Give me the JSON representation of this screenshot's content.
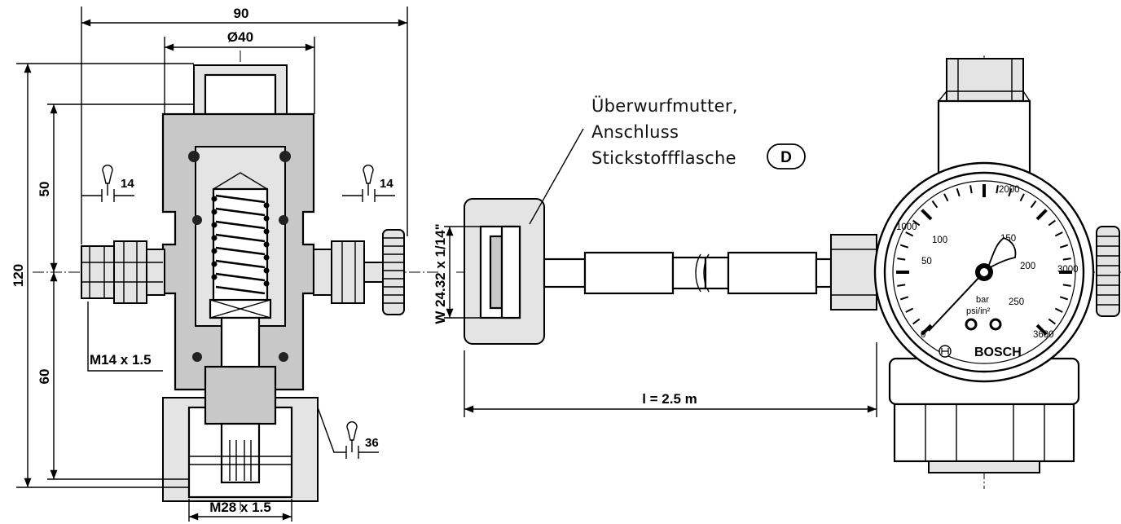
{
  "dimensions": {
    "overall_width": "90",
    "body_diameter": "Ø40",
    "overall_height": "120",
    "upper_height": "50",
    "lower_height": "60",
    "left_port_thread": "M14 x 1.5",
    "bottom_thread": "M28 x 1.5",
    "left_wrench": "14",
    "right_wrench": "14",
    "bottom_wrench": "36",
    "nut_thread": "W 24.32 x 1/14\"",
    "hose_length": "l = 2.5 m"
  },
  "callout": {
    "line1": "Überwurfmutter,",
    "line2": "Anschluss",
    "line3": "Stickstoffflasche",
    "badge": "D"
  },
  "gauge": {
    "bar_labels": [
      "50",
      "100",
      "150",
      "200",
      "250"
    ],
    "psi_labels": [
      "0",
      "1000",
      "2000",
      "3000",
      "3600"
    ],
    "unit_bar": "bar",
    "unit_psi": "psi/in²",
    "brand": "BOSCH",
    "needle_value_bar": 150
  }
}
